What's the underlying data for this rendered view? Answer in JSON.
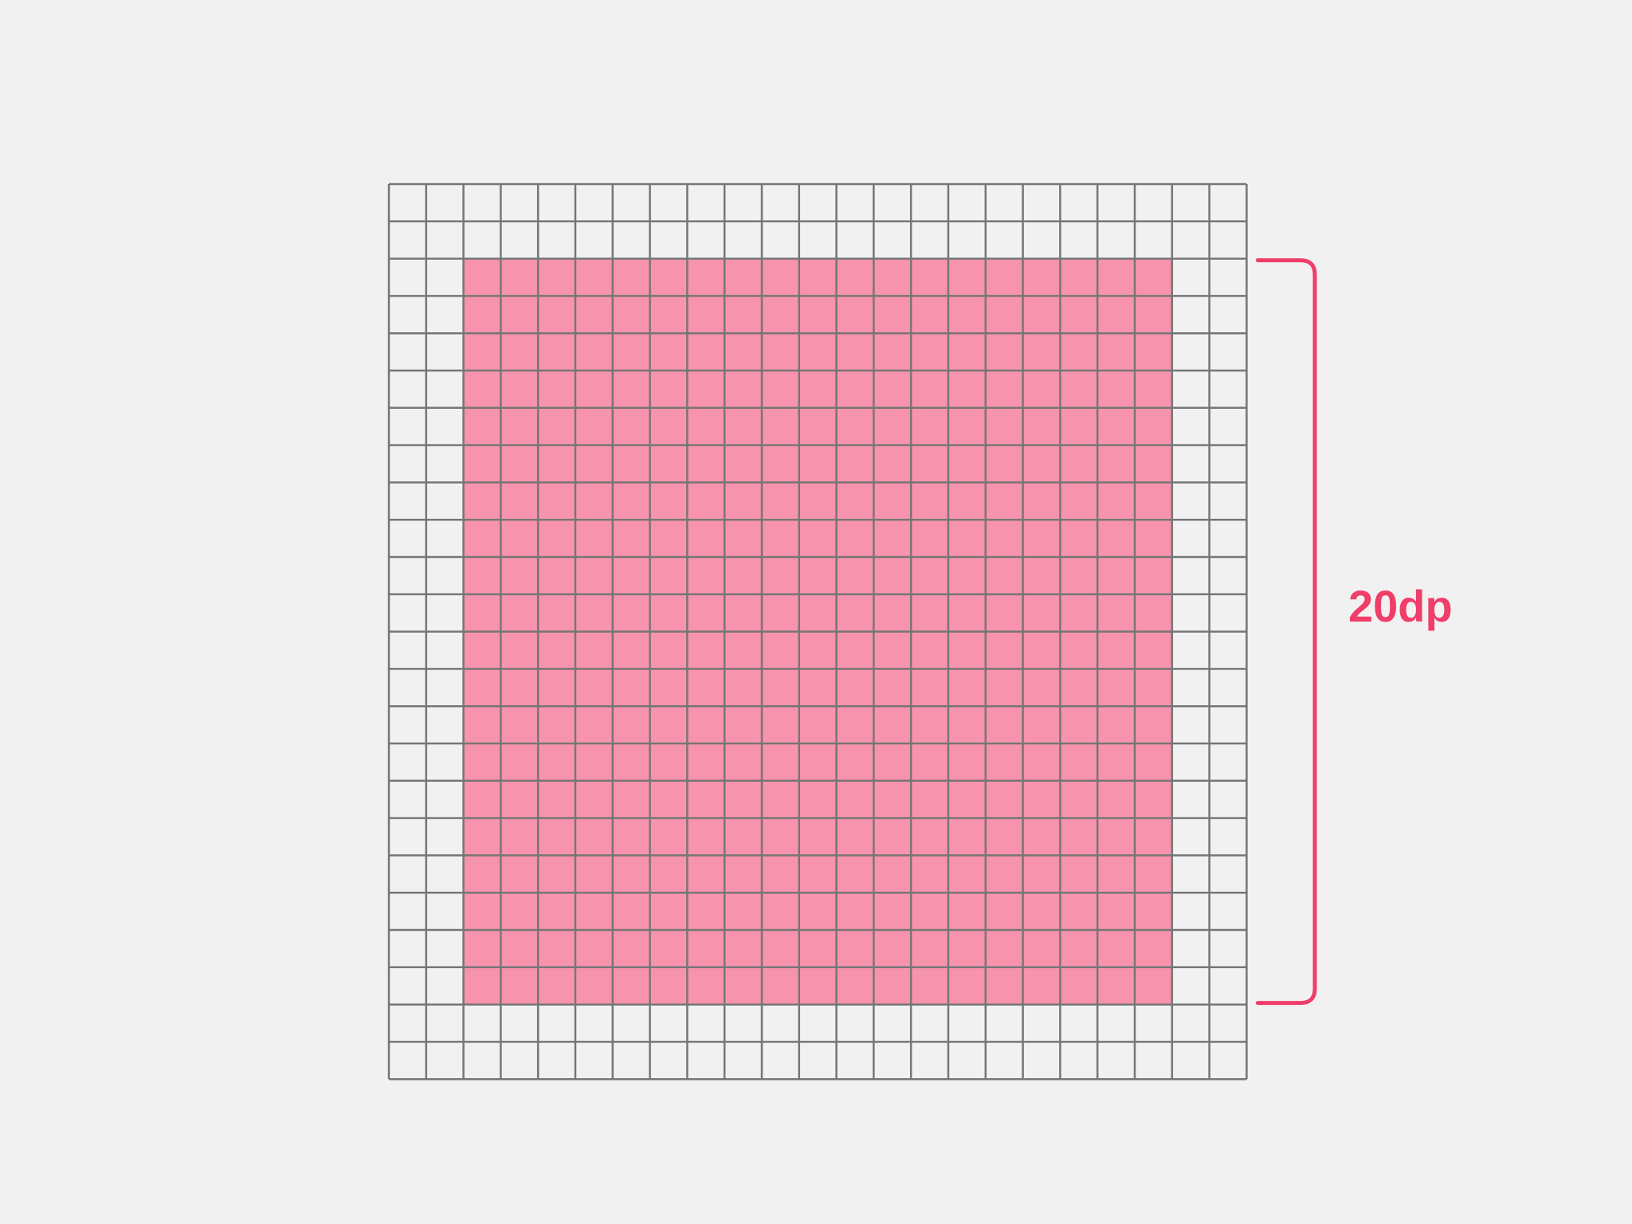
{
  "background_color": "#f1f1f1",
  "grid": {
    "columns": 23,
    "rows": 24,
    "line_color": "#767676",
    "cell_color": "#f1f1f1"
  },
  "highlight": {
    "columns": 19,
    "rows": 20,
    "fill_color": "#f893ad"
  },
  "measurement": {
    "label": "20dp",
    "color": "#f03e6a"
  }
}
